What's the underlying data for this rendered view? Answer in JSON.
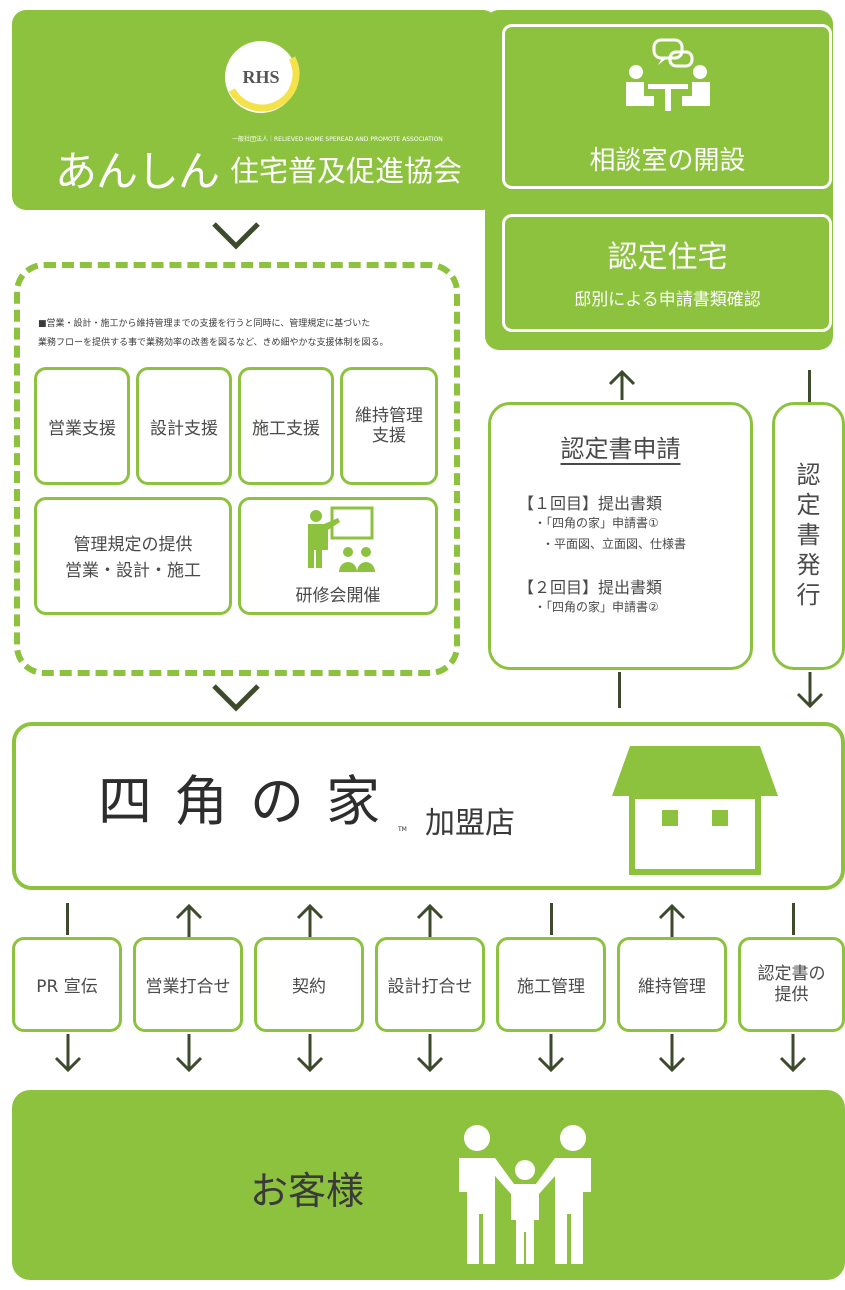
{
  "header": {
    "logo_mark": "RHS",
    "org_small": "一般社団法人｜RELIEVED HOME SPEREAD AND PROMOTE ASSOCIATION",
    "org_kana": "あんしん",
    "org_name": "住宅普及促進協会"
  },
  "consult": {
    "label": "相談室の開設"
  },
  "certified": {
    "title": "認定住宅",
    "subtitle": "邸別による申請書類確認"
  },
  "support": {
    "description_line1": "■営業・設計・施工から維持管理までの支援を行うと同時に、管理規定に基づいた",
    "description_line2": "業務フローを提供する事で業務効率の改善を図るなど、きめ細やかな支援体制を図る。",
    "items": [
      "営業支援",
      "設計支援",
      "施工支援",
      "維持管理\n支援"
    ],
    "rules_line1": "管理規定の提供",
    "rules_line2": "営業・設計・施工",
    "seminar": "研修会開催"
  },
  "application": {
    "title": "認定書申請",
    "round1": "【１回目】提出書類",
    "round1_item1": "・「四角の家」申請書①",
    "round1_item2": "・平面図、立面図、仕様書",
    "round2": "【２回目】提出書類",
    "round2_item1": "・「四角の家」申請書②"
  },
  "issue": {
    "label": "認\n定\n書\n発\n行"
  },
  "member": {
    "brand_chars": [
      "四",
      "角",
      "の",
      "家"
    ],
    "tm": "TM",
    "label": "加盟店"
  },
  "steps": [
    "PR 宣伝",
    "営業打合せ",
    "契約",
    "設計打合せ",
    "施工管理",
    "維持管理",
    "認定書の\n提供"
  ],
  "customer": {
    "label": "お客様"
  },
  "colors": {
    "accent": "#8dc23f",
    "arrow": "#3d4a2c",
    "text": "#4a4a4a"
  }
}
